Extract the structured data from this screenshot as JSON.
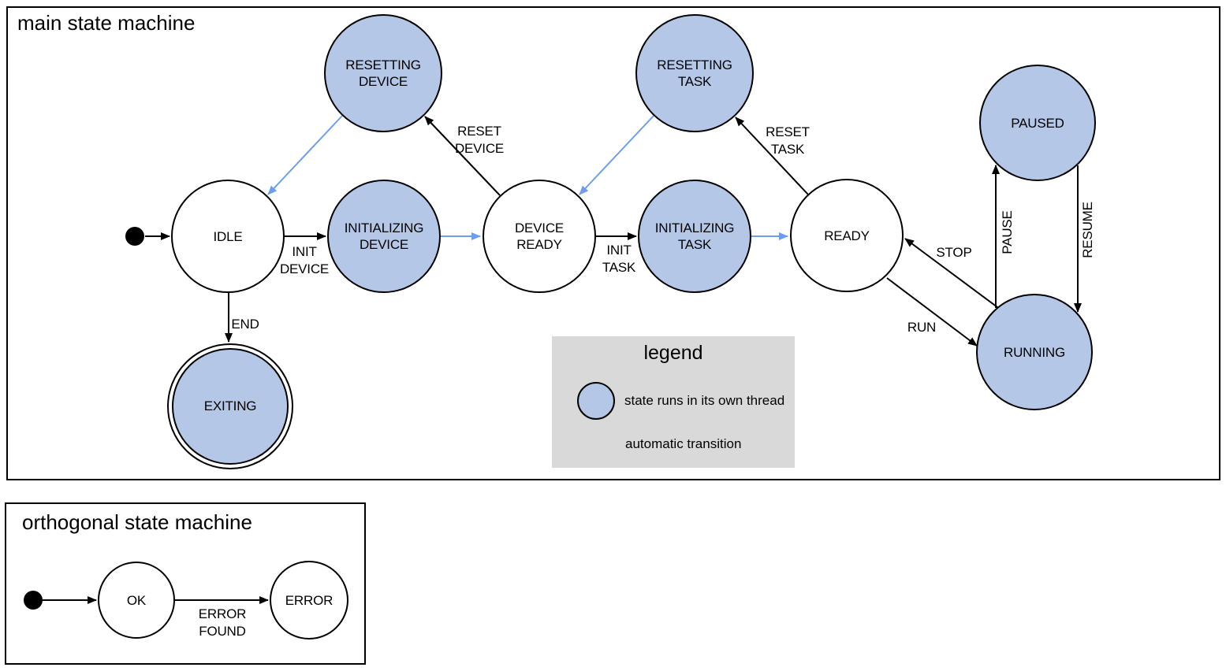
{
  "colors": {
    "thread_state_fill": "#b4c7e7",
    "state_stroke": "#000000",
    "manual_transition": "#000000",
    "automatic_transition": "#6d9eeb",
    "legend_background": "#d9d9d9"
  },
  "main_machine": {
    "title": "main state machine",
    "states": [
      {
        "name": "IDLE",
        "label": "IDLE",
        "own_thread": false,
        "final": false
      },
      {
        "name": "RESETTING DEVICE",
        "label": "RESETTING\nDEVICE",
        "own_thread": true,
        "final": false
      },
      {
        "name": "INITIALIZING DEVICE",
        "label": "INITIALIZING\nDEVICE",
        "own_thread": true,
        "final": false
      },
      {
        "name": "DEVICE READY",
        "label": "DEVICE\nREADY",
        "own_thread": false,
        "final": false
      },
      {
        "name": "RESETTING TASK",
        "label": "RESETTING\nTASK",
        "own_thread": true,
        "final": false
      },
      {
        "name": "INITIALIZING TASK",
        "label": "INITIALIZING\nTASK",
        "own_thread": true,
        "final": false
      },
      {
        "name": "READY",
        "label": "READY",
        "own_thread": false,
        "final": false
      },
      {
        "name": "PAUSED",
        "label": "PAUSED",
        "own_thread": true,
        "final": false
      },
      {
        "name": "RUNNING",
        "label": "RUNNING",
        "own_thread": true,
        "final": false
      },
      {
        "name": "EXITING",
        "label": "EXITING",
        "own_thread": true,
        "final": true
      }
    ],
    "transitions": [
      {
        "from": "start",
        "to": "IDLE",
        "label": "",
        "automatic": false
      },
      {
        "from": "IDLE",
        "to": "INITIALIZING DEVICE",
        "label": "INIT\nDEVICE",
        "automatic": false
      },
      {
        "from": "INITIALIZING DEVICE",
        "to": "DEVICE READY",
        "label": "",
        "automatic": true
      },
      {
        "from": "DEVICE READY",
        "to": "RESETTING DEVICE",
        "label": "RESET\nDEVICE",
        "automatic": false
      },
      {
        "from": "RESETTING DEVICE",
        "to": "IDLE",
        "label": "",
        "automatic": true
      },
      {
        "from": "DEVICE READY",
        "to": "INITIALIZING TASK",
        "label": "INIT\nTASK",
        "automatic": false
      },
      {
        "from": "INITIALIZING TASK",
        "to": "READY",
        "label": "",
        "automatic": true
      },
      {
        "from": "READY",
        "to": "RESETTING TASK",
        "label": "RESET\nTASK",
        "automatic": false
      },
      {
        "from": "RESETTING TASK",
        "to": "DEVICE READY",
        "label": "",
        "automatic": true
      },
      {
        "from": "READY",
        "to": "RUNNING",
        "label": "RUN",
        "automatic": false
      },
      {
        "from": "RUNNING",
        "to": "READY",
        "label": "STOP",
        "automatic": false
      },
      {
        "from": "RUNNING",
        "to": "PAUSED",
        "label": "PAUSE",
        "automatic": false
      },
      {
        "from": "PAUSED",
        "to": "RUNNING",
        "label": "RESUME",
        "automatic": false
      },
      {
        "from": "IDLE",
        "to": "EXITING",
        "label": "END",
        "automatic": false
      }
    ]
  },
  "legend": {
    "title": "legend",
    "items": [
      {
        "symbol": "thread-state-circle",
        "label": "state runs in its own thread"
      },
      {
        "symbol": "automatic-transition-arrow",
        "label": "automatic transition"
      }
    ]
  },
  "orthogonal_machine": {
    "title": "orthogonal state machine",
    "states": [
      {
        "name": "OK",
        "label": "OK",
        "own_thread": false,
        "final": false
      },
      {
        "name": "ERROR",
        "label": "ERROR",
        "own_thread": false,
        "final": false
      }
    ],
    "transitions": [
      {
        "from": "start",
        "to": "OK",
        "label": "",
        "automatic": false
      },
      {
        "from": "OK",
        "to": "ERROR",
        "label": "ERROR\nFOUND",
        "automatic": false
      }
    ]
  }
}
